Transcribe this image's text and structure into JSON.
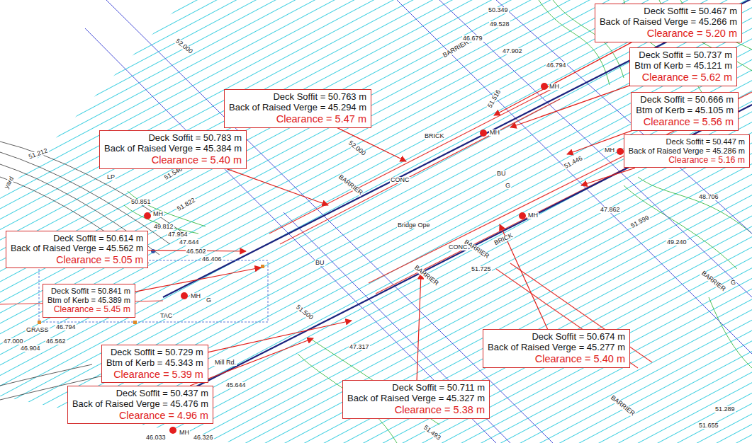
{
  "diagram": {
    "nodes": [
      {
        "text": [
          "Deck Soffit = 50.467 m",
          "Back of Raised Verge = 45.266 m",
          "Clearance = 5.20 m"
        ]
      },
      {
        "text": [
          "Deck Soffit = 50.737 m",
          "Btm of Kerb = 45.121 m",
          "Clearance = 5.62 m"
        ]
      },
      {
        "text": [
          "Deck Soffit = 50.763 m",
          "Back of Raised Verge = 45.294 m",
          "Clearance = 5.47 m"
        ]
      },
      {
        "text": [
          "Deck Soffit = 50.666 m",
          "Btm of Kerb = 45.105 m",
          "Clearance = 5.56 m"
        ]
      },
      {
        "text": [
          "Deck Soffit = 50.783 m",
          "Back of Raised Verge = 45.384 m",
          "Clearance = 5.40 m"
        ]
      },
      {
        "text": [
          "Deck Soffit = 50.447 m",
          "Back of Raised Verge = 45.286 m",
          "Clearance = 5.16 m"
        ]
      },
      {
        "text": [
          "Deck Soffit = 50.614 m",
          "Back of Raised Verge = 45.562 m",
          "Clearance = 5.05 m"
        ]
      },
      {
        "text": [
          "Deck Soffit = 50.841 m",
          "Btm of Kerb = 45.389 m",
          "Clearance = 5.45 m"
        ]
      },
      {
        "text": [
          "Deck Soffit = 50.674 m",
          "Back of Raised Verge = 45.277 m",
          "Clearance = 5.40 m"
        ]
      },
      {
        "text": [
          "Deck Soffit = 50.729 m",
          "Btm of Kerb = 45.343 m",
          "Clearance = 5.39 m"
        ]
      },
      {
        "text": [
          "Deck Soffit = 50.711 m",
          "Back of Raised Verge = 45.327 m",
          "Clearance = 5.38 m"
        ]
      },
      {
        "text": [
          "Deck Soffit = 50.437 m",
          "Back of Raised Verge = 45.476 m",
          "Clearance = 4.96 m"
        ]
      }
    ],
    "labels": [
      "52.000",
      "52.000",
      "BARRIER",
      "BARRIER",
      "BARRIER",
      "BARRIER",
      "BARRIER",
      "BARRIER",
      "BRICK",
      "BRICK",
      "CONC",
      "CONC",
      "Bridge Ope",
      "BU",
      "BU",
      "MH",
      "MH",
      "MH",
      "MH",
      "MH",
      "MH",
      "MH",
      "51.822",
      "51.500",
      "51.493",
      "51.725",
      "51.655",
      "51.289",
      "51.446",
      "51.599",
      "51.212",
      "51.546",
      "51.516",
      "50.851",
      "49.812",
      "47.954",
      "47.644",
      "46.502",
      "46.406",
      "46.904",
      "46.562",
      "47.000",
      "GRASS",
      "46.794",
      "TAC",
      "Mill Rd.",
      "46.326",
      "46.033",
      "47.317",
      "45.644",
      "48.706",
      "47.862",
      "49.240",
      "50.349",
      "49.528",
      "46.679",
      "47.902",
      "46.794",
      "G",
      "G",
      "G",
      "LP",
      "yard"
    ]
  }
}
